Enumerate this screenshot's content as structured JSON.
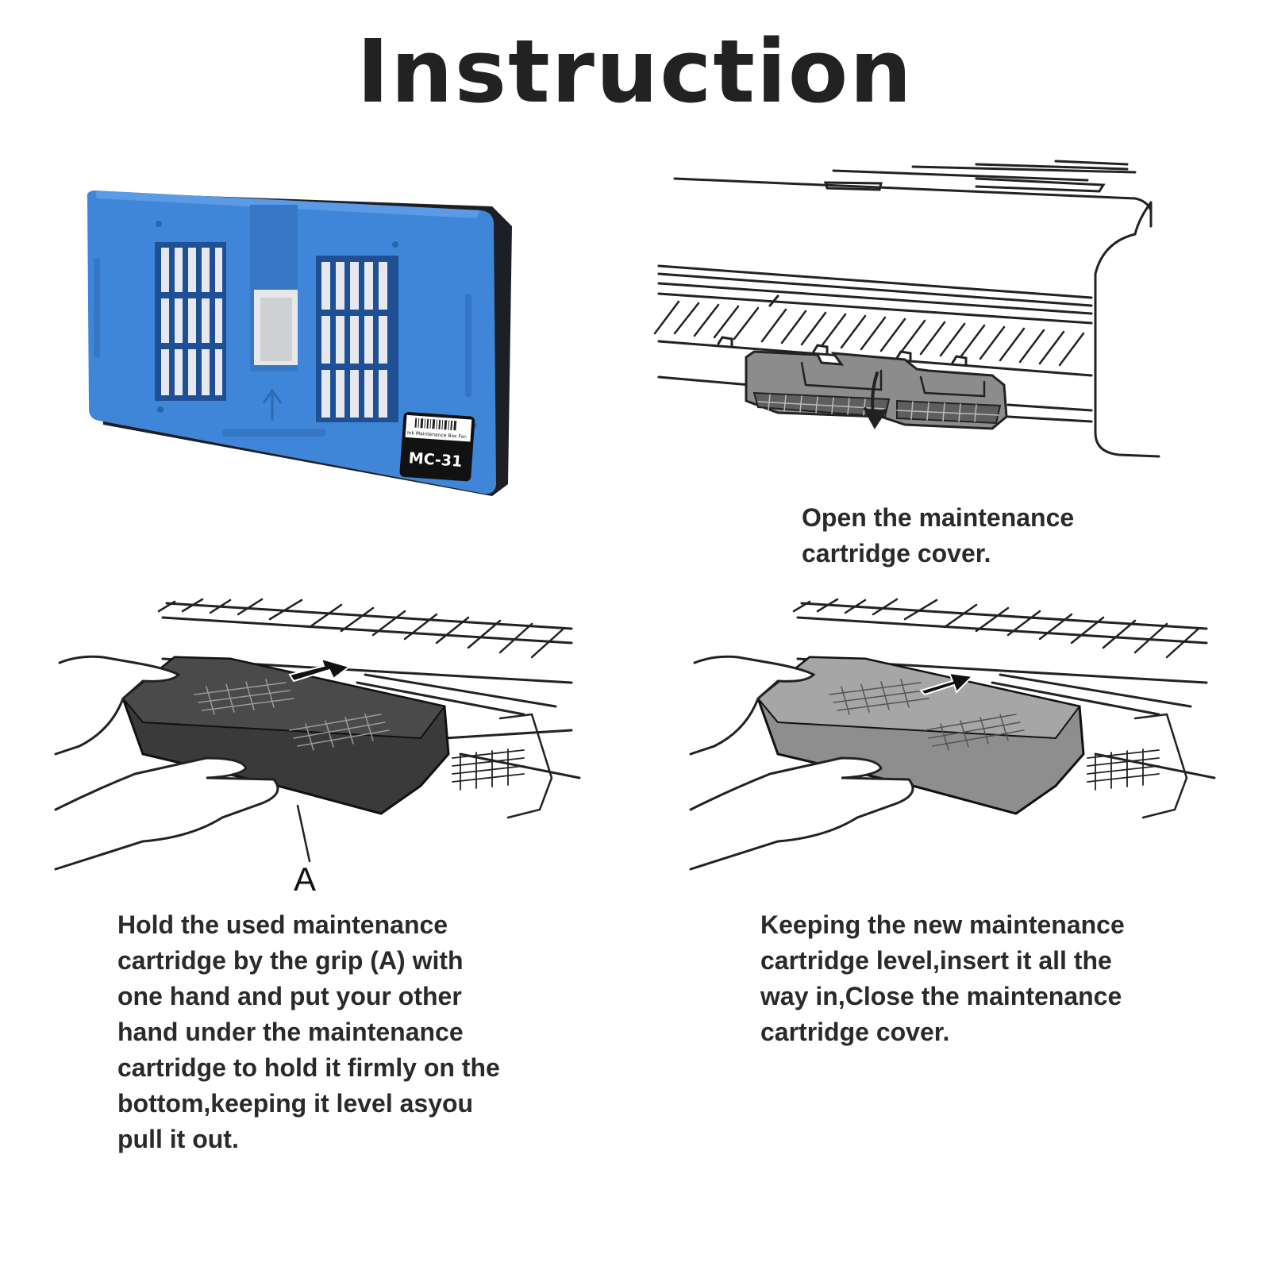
{
  "title": "Instruction",
  "product": {
    "label_small": "Ink Maintenance Box For:",
    "model": "MC-31",
    "body_color": "#3f86d8",
    "accent_color": "#111111"
  },
  "steps": [
    {
      "caption": "Open the maintenance\ncartridge cover."
    },
    {
      "caption": "Hold the used maintenance\ncartridge by the grip (A) with\none hand and put your other\nhand under the maintenance\ncartridge to hold it firmly on the\nbottom,keeping it level asyou\npull it out.",
      "callout": "A"
    },
    {
      "caption": "Keeping the new maintenance\ncartridge level,insert it all the\nway in,Close the maintenance\ncartridge cover."
    }
  ]
}
